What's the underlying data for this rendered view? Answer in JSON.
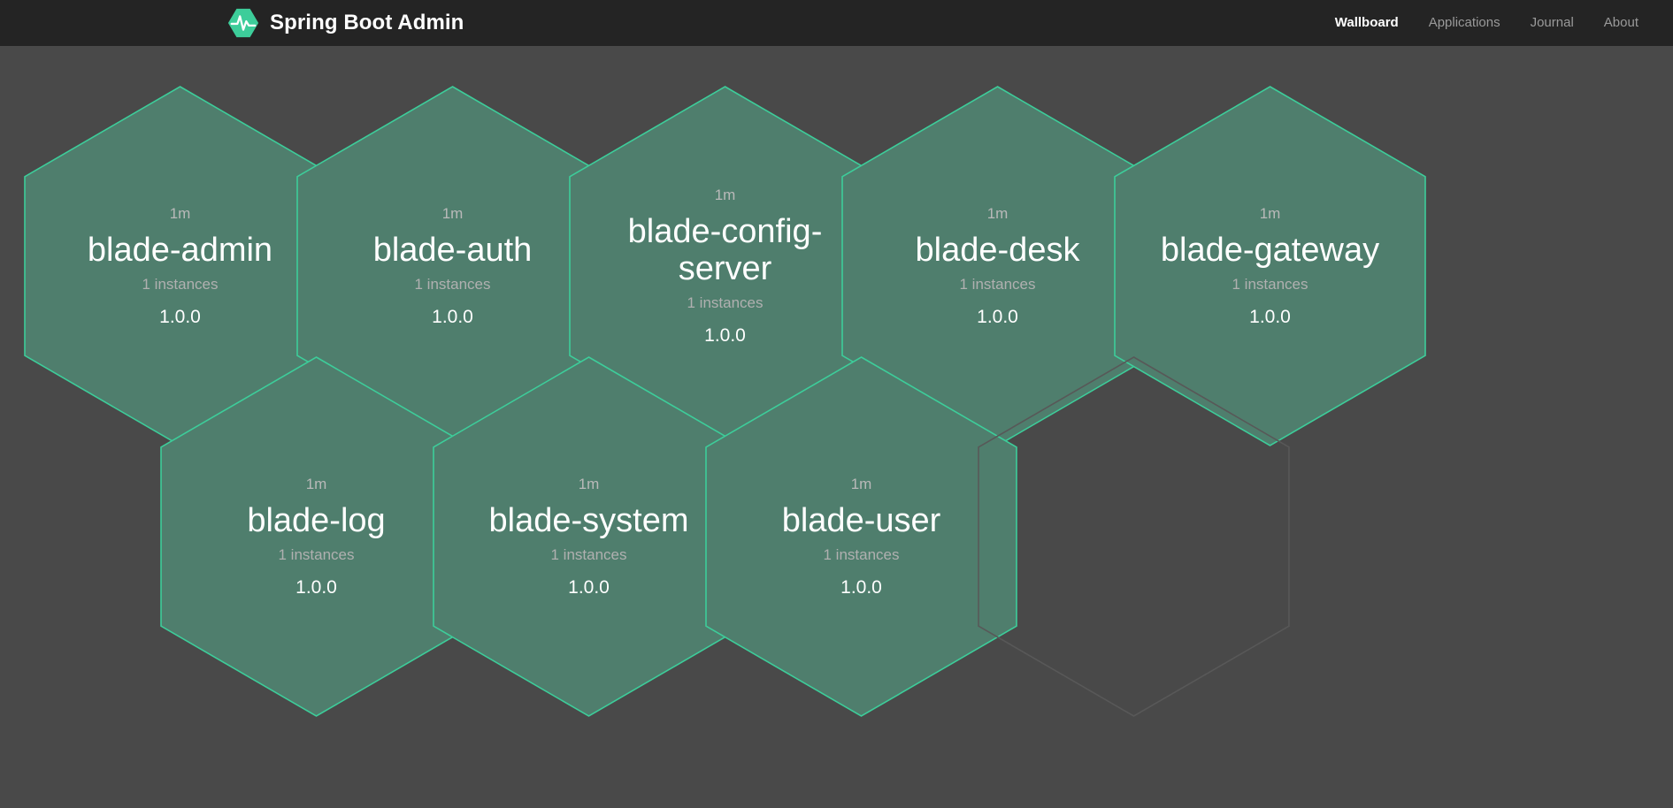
{
  "app": {
    "brand_title": "Spring Boot Admin",
    "logo_icon": "heartbeat-hexagon-icon"
  },
  "colors": {
    "navbar_bg": "#242424",
    "page_bg": "#494949",
    "hex_fill": "#4f7e6d",
    "hex_border": "#3dcd9a",
    "hex_empty_border": "#585858",
    "brand_green": "#3dcd9a",
    "text_primary": "#ffffff",
    "text_muted": "#b9b9b9",
    "nav_inactive": "#9a9a9a"
  },
  "nav": {
    "items": [
      {
        "label": "Wallboard",
        "active": true
      },
      {
        "label": "Applications",
        "active": false
      },
      {
        "label": "Journal",
        "active": false
      },
      {
        "label": "About",
        "active": false
      }
    ]
  },
  "wallboard": {
    "applications": [
      {
        "name": "blade-admin",
        "uptime": "1m",
        "instances": "1 instances",
        "version": "1.0.0",
        "status": "up",
        "row": 1,
        "col": 1
      },
      {
        "name": "blade-auth",
        "uptime": "1m",
        "instances": "1 instances",
        "version": "1.0.0",
        "status": "up",
        "row": 1,
        "col": 2
      },
      {
        "name": "blade-config-server",
        "uptime": "1m",
        "instances": "1 instances",
        "version": "1.0.0",
        "status": "up",
        "row": 1,
        "col": 3
      },
      {
        "name": "blade-desk",
        "uptime": "1m",
        "instances": "1 instances",
        "version": "1.0.0",
        "status": "up",
        "row": 1,
        "col": 4
      },
      {
        "name": "blade-gateway",
        "uptime": "1m",
        "instances": "1 instances",
        "version": "1.0.0",
        "status": "up",
        "row": 1,
        "col": 5
      },
      {
        "name": "blade-log",
        "uptime": "1m",
        "instances": "1 instances",
        "version": "1.0.0",
        "status": "up",
        "row": 2,
        "col": 1
      },
      {
        "name": "blade-system",
        "uptime": "1m",
        "instances": "1 instances",
        "version": "1.0.0",
        "status": "up",
        "row": 2,
        "col": 2
      },
      {
        "name": "blade-user",
        "uptime": "1m",
        "instances": "1 instances",
        "version": "1.0.0",
        "status": "up",
        "row": 2,
        "col": 3
      }
    ],
    "placeholder_count": 1
  }
}
